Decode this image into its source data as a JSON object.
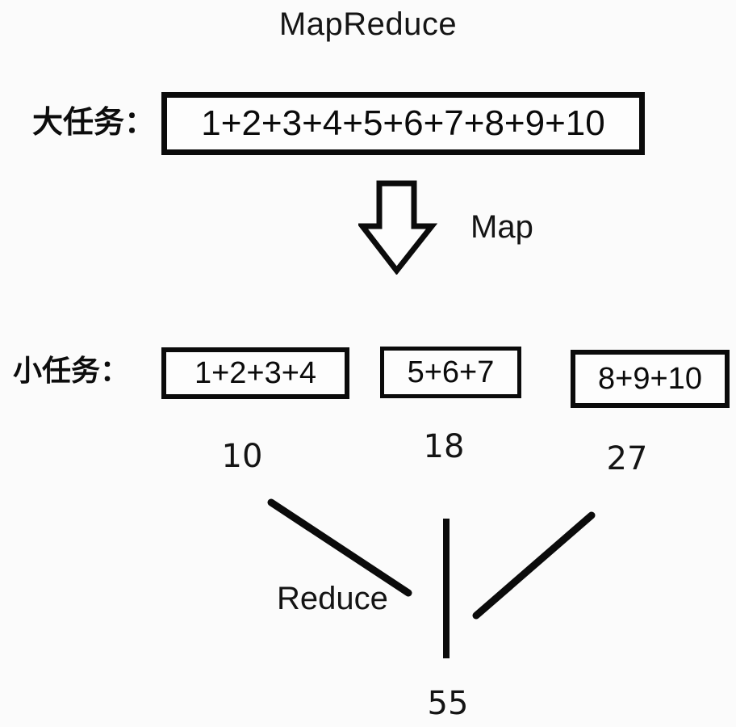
{
  "diagram": {
    "title": "MapReduce",
    "stages": {
      "map": {
        "label": "Map",
        "arrow_icon": "down-block-arrow-icon"
      },
      "reduce": {
        "label": "Reduce"
      }
    },
    "big_task": {
      "label": "大任务：",
      "expression": "1+2+3+4+5+6+7+8+9+10"
    },
    "small_tasks": {
      "label": "小任务：",
      "boxes": [
        {
          "expression": "1+2+3+4",
          "sum": "10"
        },
        {
          "expression": "5+6+7",
          "sum": "18"
        },
        {
          "expression": "8+9+10",
          "sum": "27"
        }
      ]
    },
    "result": {
      "total": "55"
    },
    "colors": {
      "background": "#fbfbfb",
      "ink": "#0b0b0b",
      "text": "#141414"
    }
  }
}
